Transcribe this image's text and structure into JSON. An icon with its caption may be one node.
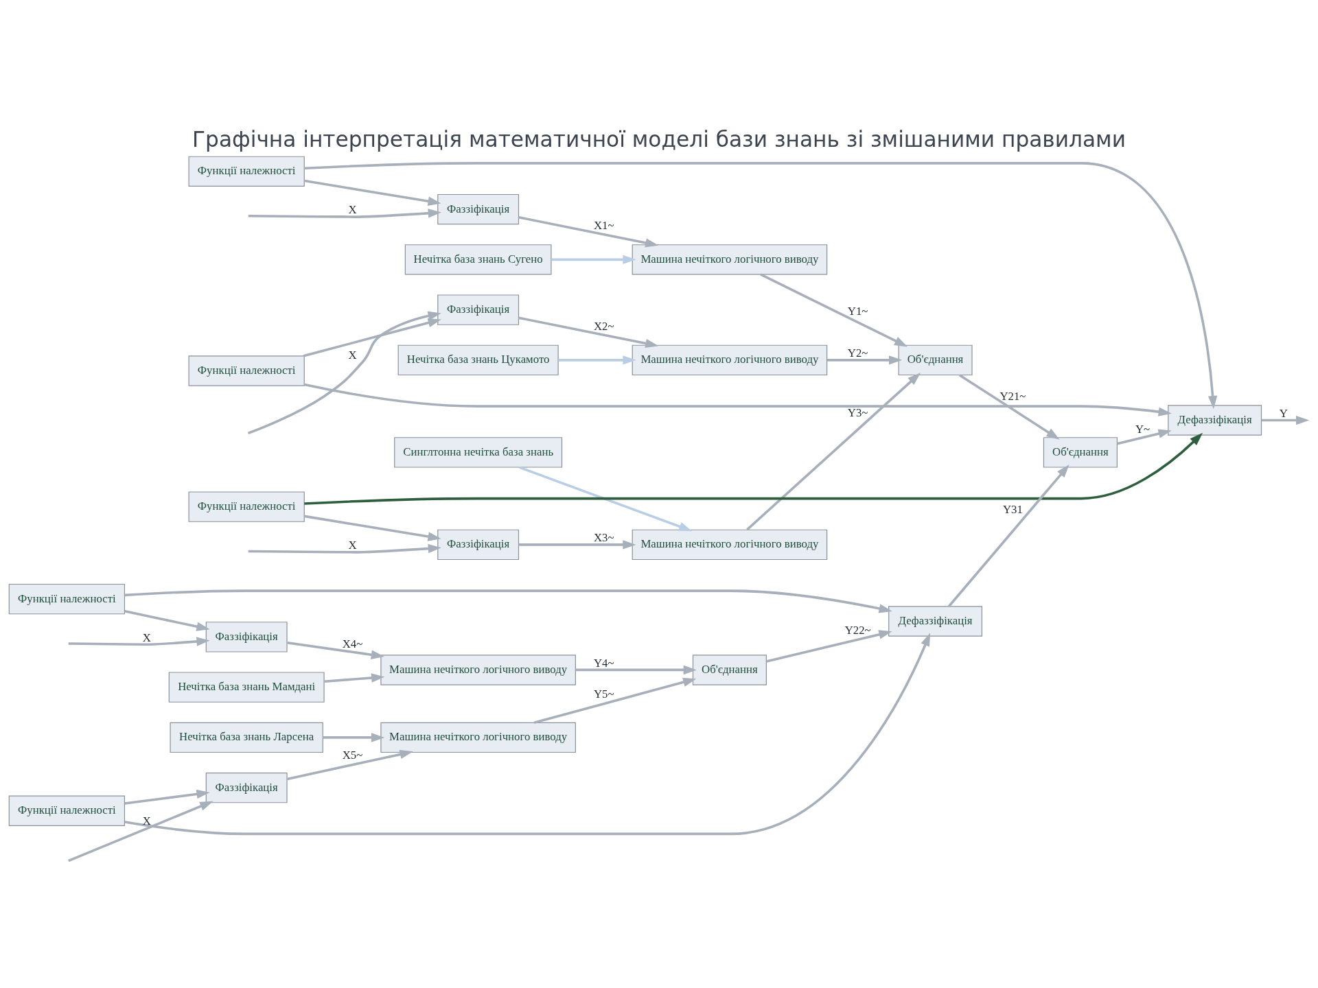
{
  "diagram": {
    "title": "Графічна інтерпретація математичної моделі бази знань зі змішаними правилами",
    "nodes": [
      {
        "text": [
          "Функції належності"
        ]
      },
      {
        "text": [
          "Фаззіфікація"
        ]
      },
      {
        "text": [
          "Машина нечіткого логічного виводу"
        ]
      },
      {
        "text": [
          "Нечітка база знань Сугено"
        ]
      },
      {
        "text": [
          "Фаззіфікація"
        ]
      },
      {
        "text": [
          "Машина нечіткого логічного виводу"
        ]
      },
      {
        "text": [
          "Нечітка база знань Цукамото"
        ]
      },
      {
        "text": [
          "Об'єднання"
        ]
      },
      {
        "text": [
          "Фаззіфікація"
        ]
      },
      {
        "text": [
          "Машина нечіткого логічного виводу"
        ]
      },
      {
        "text": [
          "Синглтонна нечітка база знань"
        ]
      },
      {
        "text": [
          "Об'єднання"
        ]
      },
      {
        "text": [
          "Функції належності"
        ]
      },
      {
        "text": [
          "Функції належності"
        ]
      },
      {
        "text": [
          "Дефаззіфікація"
        ]
      },
      {
        "text": [
          "Функції належності"
        ]
      },
      {
        "text": [
          "Фаззіфікація"
        ]
      },
      {
        "text": [
          "Машина нечіткого логічного виводу"
        ]
      },
      {
        "text": [
          "Нечітка база знань Мамдані"
        ]
      },
      {
        "text": [
          "Об'єднання"
        ]
      },
      {
        "text": [
          "Дефаззіфікація"
        ]
      },
      {
        "text": [
          "Нечітка база знань Ларсена"
        ]
      },
      {
        "text": [
          "Фаззіфікація"
        ]
      },
      {
        "text": [
          "Машина нечіткого логічного виводу"
        ]
      },
      {
        "text": [
          "Функції належності"
        ]
      }
    ],
    "edges": [
      {
        "from": null,
        "to": 1,
        "arrow": "to",
        "label": "X"
      },
      {
        "from": 1,
        "to": 2,
        "arrow": "to",
        "label": "X1~"
      },
      {
        "from": 2,
        "to": 7,
        "arrow": "to",
        "label": "Y1~"
      },
      {
        "from": 3,
        "to": 2,
        "arrow": "to",
        "color": "#b9cde5"
      },
      {
        "from": 0,
        "to": 1,
        "arrow": "to"
      },
      {
        "from": 0,
        "to": 14,
        "arrow": "to"
      },
      {
        "from": null,
        "to": 4,
        "arrow": "to",
        "label": "X"
      },
      {
        "from": 4,
        "to": 5,
        "arrow": "to",
        "label": "X2~"
      },
      {
        "from": 5,
        "to": 7,
        "arrow": "to",
        "label": "Y2~"
      },
      {
        "from": 6,
        "to": 5,
        "arrow": "to",
        "color": "#b9cde5"
      },
      {
        "from": null,
        "to": 8,
        "arrow": "to",
        "label": "X"
      },
      {
        "from": 8,
        "to": 9,
        "arrow": "to",
        "label": "X3~"
      },
      {
        "from": 9,
        "to": 7,
        "arrow": "to",
        "label": "Y3~"
      },
      {
        "from": 10,
        "to": 9,
        "arrow": "to",
        "color": "#b9cde5"
      },
      {
        "from": 7,
        "to": 11,
        "arrow": "to",
        "label": "Y21~"
      },
      {
        "from": 12,
        "to": 8,
        "arrow": "to"
      },
      {
        "from": 12,
        "to": 14,
        "arrow": "to",
        "color": "#2e5e3e"
      },
      {
        "from": 13,
        "to": 4,
        "arrow": "to"
      },
      {
        "from": 13,
        "to": 14,
        "arrow": "to"
      },
      {
        "from": 11,
        "to": 14,
        "arrow": "to",
        "label": "Y~"
      },
      {
        "from": 14,
        "to": null,
        "arrow": "to",
        "label": "Y"
      },
      {
        "from": 15,
        "to": 16,
        "arrow": "to"
      },
      {
        "from": 15,
        "to": 20,
        "arrow": "to"
      },
      {
        "from": null,
        "to": 16,
        "arrow": "to",
        "label": "X"
      },
      {
        "from": 16,
        "to": 17,
        "arrow": "to",
        "label": "X4~"
      },
      {
        "from": 17,
        "to": 19,
        "arrow": "to",
        "label": "Y4~"
      },
      {
        "from": 18,
        "to": 17,
        "arrow": "to"
      },
      {
        "from": 19,
        "to": 20,
        "arrow": "to",
        "label": "Y22~"
      },
      {
        "from": 20,
        "to": 11,
        "arrow": "to",
        "label": "Y31"
      },
      {
        "from": 21,
        "to": 23,
        "arrow": "to"
      },
      {
        "from": null,
        "to": 22,
        "arrow": "to",
        "label": "X"
      },
      {
        "from": 22,
        "to": 23,
        "arrow": "to",
        "label": "X5~"
      },
      {
        "from": 23,
        "to": 19,
        "arrow": "to",
        "label": "Y5~"
      },
      {
        "from": 24,
        "to": 22,
        "arrow": "to"
      },
      {
        "from": 24,
        "to": 20,
        "arrow": "to"
      }
    ]
  }
}
